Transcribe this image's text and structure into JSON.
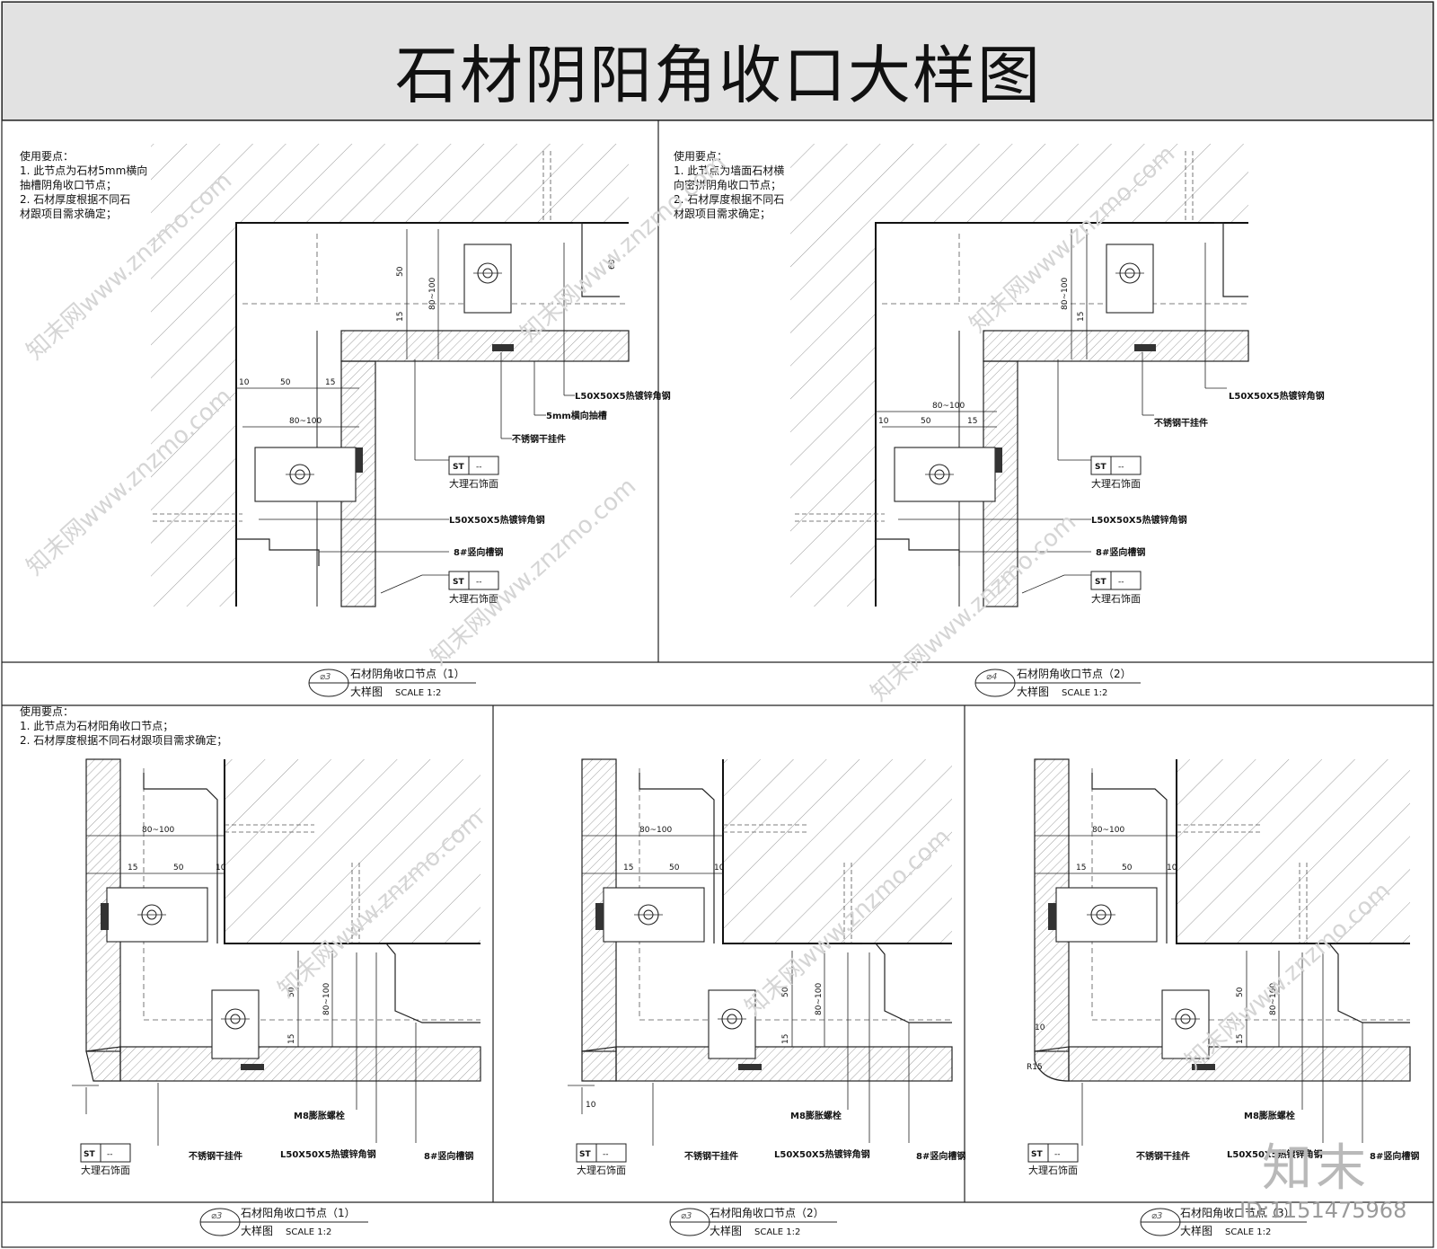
{
  "page_title": "石材阴阳角收口大样图",
  "legend": {
    "tag": "ST",
    "dash": "--",
    "material": "大理石饰面"
  },
  "common": {
    "scale_label": "大样图",
    "scale_value": "SCALE  1:2",
    "l_angle": "L50X50X5热镀锌角钢",
    "ss_hanger": "不锈钢干挂件",
    "channel": "8#竖向槽钢",
    "bolt": "M8膨胀螺栓",
    "groove": "5mm横向抽槽"
  },
  "dims": {
    "d10": "10",
    "d15": "15",
    "d50": "50",
    "d60": "60",
    "d80_100": "80~100",
    "r15": "R15"
  },
  "panels": [
    {
      "no": "⌀3",
      "name": "石材阴角收口节点（1）",
      "notes": [
        "使用要点：",
        "1.  此节点为石材5mm横向",
        "     抽槽阴角收口节点；",
        "2.  石材厚度根据不同石",
        "     材跟项目需求确定；"
      ]
    },
    {
      "no": "⌀4",
      "name": "石材阴角收口节点（2）",
      "notes": [
        "使用要点：",
        "1.  此节点为墙面石材横",
        "     向密拼阴角收口节点；",
        "2.  石材厚度根据不同石",
        "     材跟项目需求确定；"
      ]
    },
    {
      "no": "⌀3",
      "name": "石材阳角收口节点（1）",
      "notes": [
        "使用要点：",
        "1.  此节点为石材阳角收口节点；",
        "2.  石材厚度根据不同石材跟项目需求确定；"
      ]
    },
    {
      "no": "⌀3",
      "name": "石材阳角收口节点（2）"
    },
    {
      "no": "⌀3",
      "name": "石材阳角收口节点（3）"
    }
  ],
  "watermark": {
    "site": "知末网www.znzmo.com",
    "brand": "知末",
    "image_id": "ID:1151475968"
  }
}
